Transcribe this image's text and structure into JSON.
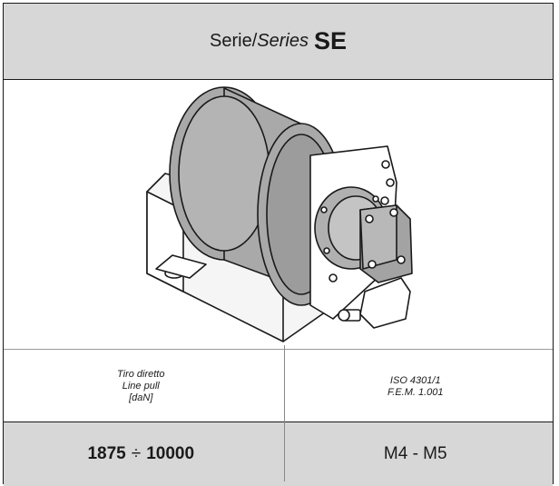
{
  "header": {
    "serie_label": "Serie/",
    "series_label": "Series",
    "code": "SE"
  },
  "product": {
    "name": "hydraulic-winch-illustration"
  },
  "specs": {
    "left": {
      "line1": "Tiro diretto",
      "line2": "Line pull",
      "line3": "[daN]"
    },
    "right": {
      "line1": "ISO 4301/1",
      "line2": "F.E.M. 1.001"
    }
  },
  "values": {
    "line_pull_low": "1875",
    "divide_symbol": "÷",
    "line_pull_high": "10000",
    "classes": "M4 - M5"
  },
  "colors": {
    "header_bg": "#d7d7d7",
    "drum_fill": "#a9a9a9",
    "line": "#1a1a1a"
  }
}
